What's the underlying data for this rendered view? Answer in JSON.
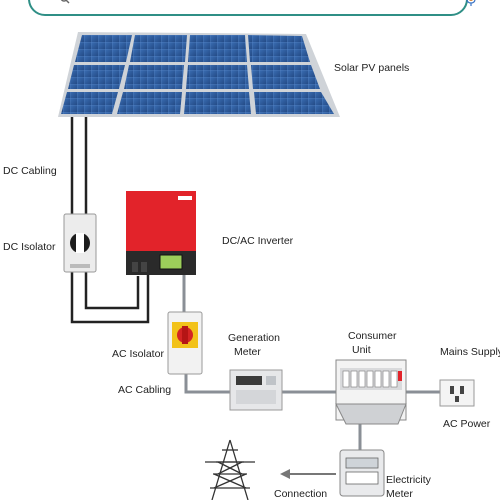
{
  "search": {
    "visible_text": "p      ,"
  },
  "labels": {
    "solar_panels": "Solar PV panels",
    "dc_cabling": "DC Cabling",
    "dc_isolator": "DC Isolator",
    "inverter": "DC/AC Inverter",
    "ac_isolator": "AC Isolator",
    "generation_meter_line1": "Generation",
    "generation_meter_line2": "Meter",
    "consumer_unit_line1": "Consumer",
    "consumer_unit_line2": "Unit",
    "mains_supply": "Mains Supply",
    "ac_cabling": "AC Cabling",
    "ac_power": "AC Power",
    "electricity_meter_line1": "Electricity",
    "electricity_meter_line2": "Meter",
    "connection": "Connection"
  },
  "colors": {
    "panel": "#2f5a9c",
    "panel_frame": "#c8ccd2",
    "inverter_red": "#e2232a",
    "cable_dark": "#222222",
    "cable_grey": "#8a8f96",
    "accent": "#2f8f86"
  },
  "icons": [
    "search-icon",
    "microphone-icon",
    "transmission-tower-icon"
  ]
}
